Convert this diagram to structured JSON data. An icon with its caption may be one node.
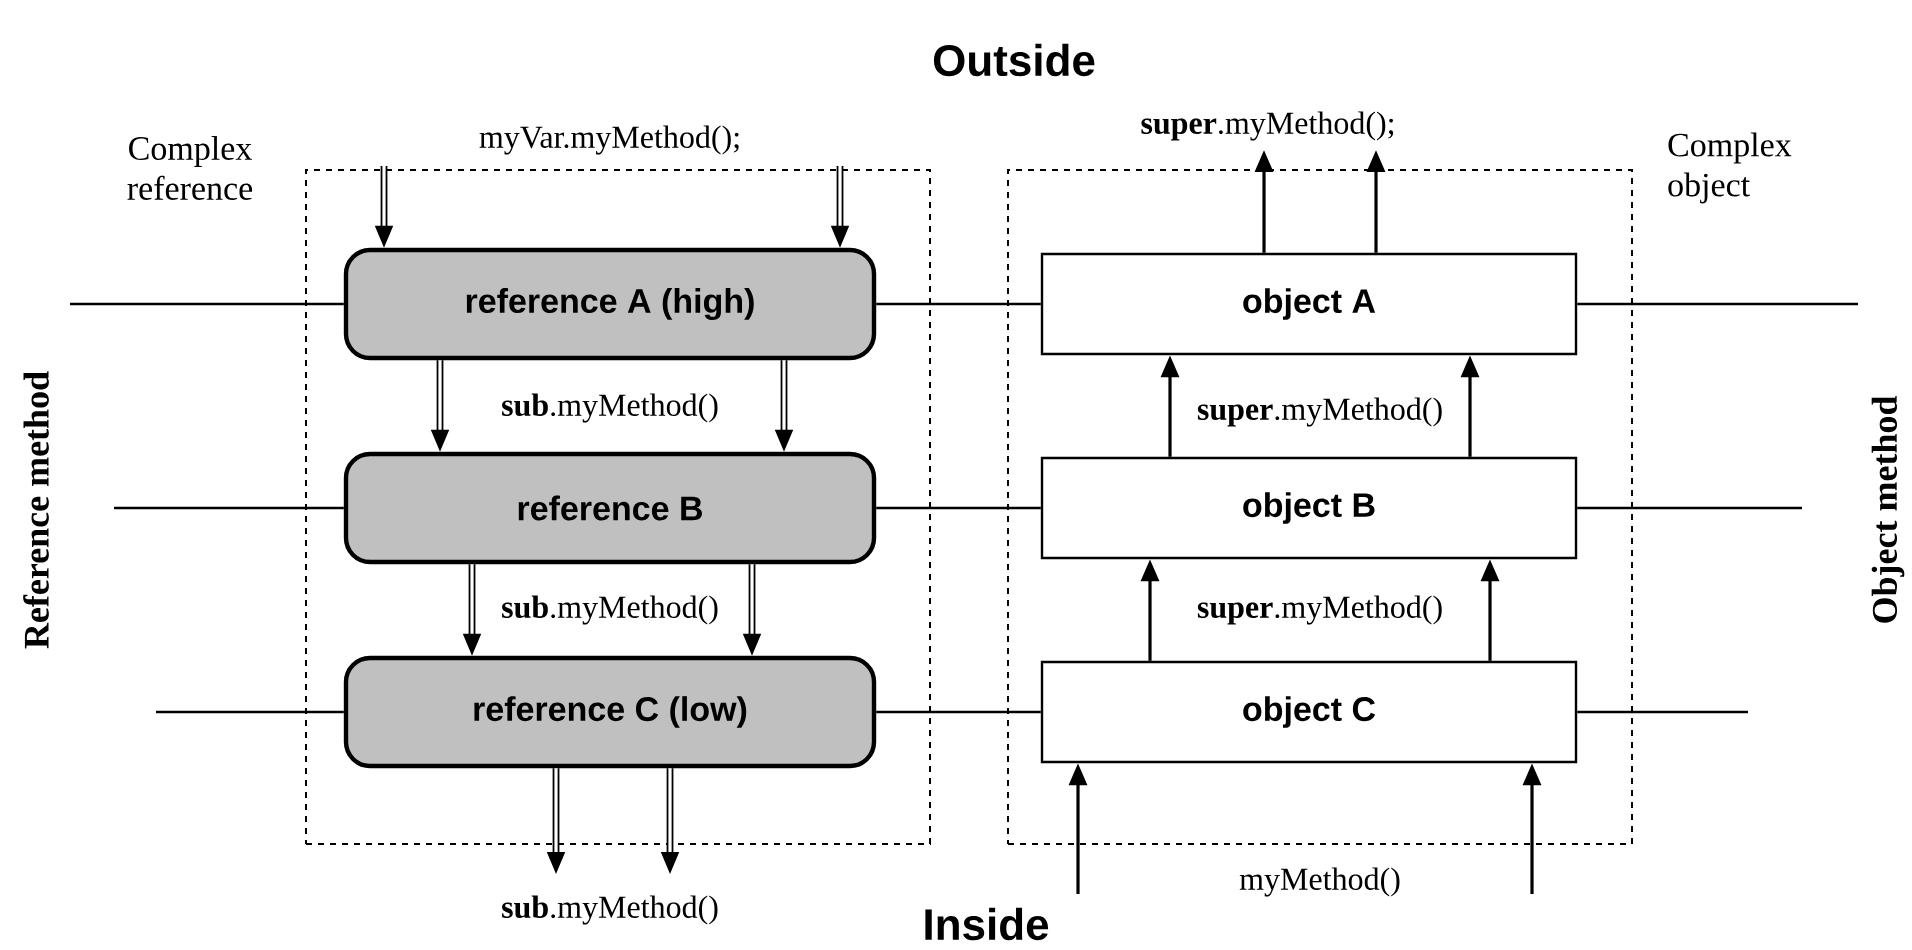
{
  "diagram": {
    "nodes": [
      {
        "text": [
          "Complex reference"
        ]
      },
      {
        "text": [
          "reference A (high)"
        ],
        "in": 0
      },
      {
        "text": [
          "reference B"
        ],
        "in": 0
      },
      {
        "text": [
          "reference C (low)"
        ],
        "in": 0
      },
      {
        "text": [
          "Complex object"
        ]
      },
      {
        "text": [
          "object A"
        ],
        "in": 4
      },
      {
        "text": [
          "object B"
        ],
        "in": 4
      },
      {
        "text": [
          "object C"
        ],
        "in": 4
      }
    ],
    "edges": [
      {
        "from": null,
        "to": 1,
        "arrow": "to",
        "label": "myVar.myMethod();",
        "style": "thick"
      },
      {
        "from": null,
        "to": 1,
        "arrow": "to",
        "style": "thick"
      },
      {
        "from": 1,
        "to": 2,
        "arrow": "to",
        "label": "**sub**.myMethod()",
        "style": "thick"
      },
      {
        "from": 1,
        "to": 2,
        "arrow": "to",
        "style": "thick"
      },
      {
        "from": 2,
        "to": 3,
        "arrow": "to",
        "label": "**sub**.myMethod()",
        "style": "thick"
      },
      {
        "from": 2,
        "to": 3,
        "arrow": "to",
        "style": "thick"
      },
      {
        "from": 3,
        "to": null,
        "arrow": "to",
        "label": "**sub**.myMethod()",
        "style": "thick"
      },
      {
        "from": 3,
        "to": null,
        "arrow": "to",
        "style": "thick"
      },
      {
        "from": 5,
        "to": null,
        "arrow": "to",
        "label": "**super**.myMethod();"
      },
      {
        "from": 5,
        "to": null,
        "arrow": "to"
      },
      {
        "from": 6,
        "to": 5,
        "arrow": "to",
        "label": "**super**.myMethod()"
      },
      {
        "from": 6,
        "to": 5,
        "arrow": "to"
      },
      {
        "from": 7,
        "to": 6,
        "arrow": "to",
        "label": "**super**.myMethod()"
      },
      {
        "from": 7,
        "to": 6,
        "arrow": "to"
      },
      {
        "from": null,
        "to": 7,
        "arrow": "to"
      },
      {
        "from": null,
        "to": 7,
        "arrow": "to",
        "label": "myMethod()"
      },
      {
        "from": null,
        "to": 1,
        "arrow": "none"
      },
      {
        "from": 1,
        "to": 5,
        "arrow": "none"
      },
      {
        "from": 5,
        "to": null,
        "arrow": "none"
      },
      {
        "from": null,
        "to": 2,
        "arrow": "none"
      },
      {
        "from": 2,
        "to": 6,
        "arrow": "none"
      },
      {
        "from": 6,
        "to": null,
        "arrow": "none"
      },
      {
        "from": null,
        "to": 3,
        "arrow": "none"
      },
      {
        "from": 3,
        "to": 7,
        "arrow": "none"
      },
      {
        "from": 7,
        "to": null,
        "arrow": "none"
      }
    ],
    "labels": [
      "Outside",
      "Inside",
      "Reference method",
      "Object method"
    ]
  }
}
